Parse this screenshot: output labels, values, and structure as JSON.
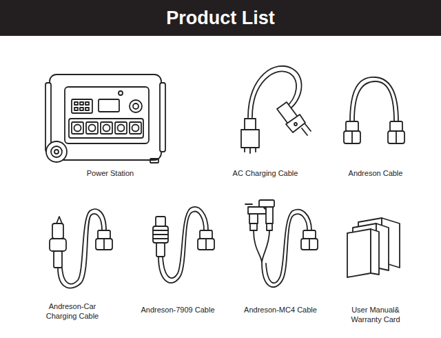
{
  "diagram": {
    "title": "Product List",
    "labels": [
      "Power Station",
      "AC Charging Cable",
      "Andreson Cable",
      "Andreson-Car Charging Cable",
      "Andreson-7909 Cable",
      "Andreson-MC4 Cable",
      "User Manual& Warranty Card"
    ]
  }
}
